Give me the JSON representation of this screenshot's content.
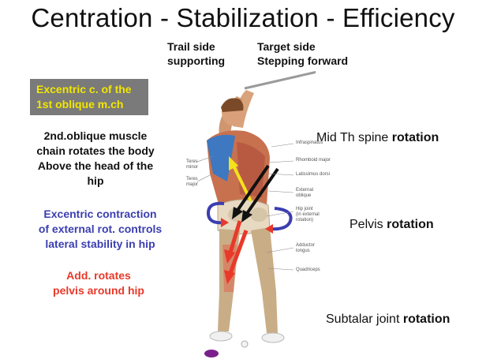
{
  "title": "Centration -  Stabilization - Efficiency",
  "trail_side": [
    "Trail side",
    "supporting"
  ],
  "target_side": [
    "Target side",
    "Stepping forward"
  ],
  "gray_box": [
    "Excentric c. of the",
    "1st oblique m.ch"
  ],
  "oblique_chain": [
    "2nd.oblique muscle",
    "chain rotates the body",
    "Above the head of the",
    "hip"
  ],
  "external_rot": [
    "Excentric contraction",
    "of external rot. controls",
    "lateral stability in hip"
  ],
  "adductor": [
    "Add. rotates",
    "pelvis around hip"
  ],
  "mid_th": {
    "text": "Mid Th spine ",
    "bold": "rotation"
  },
  "pelvis": {
    "text": "Pelvis ",
    "bold": "rotation"
  },
  "subtalar": {
    "text": "Subtalar joint ",
    "bold": "rotation"
  },
  "anatomy_labels": {
    "teres_minor": [
      "Teres",
      "minor"
    ],
    "teres_major": [
      "Teres",
      "major"
    ],
    "infraspinatus": [
      "Infraspinatus"
    ],
    "rhomboid": [
      "Rhomboid major"
    ],
    "latissimus": [
      "Latissimus dorsi"
    ],
    "external_oblique": [
      "External",
      "oblique"
    ],
    "hip_joint": [
      "Hip joint",
      "(in external",
      "rotation)"
    ],
    "adductor_longus": [
      "Adductor",
      "longus"
    ],
    "quadriceps": [
      "Quadriceps"
    ]
  },
  "colors": {
    "yellow_arrow": "#f4e21c",
    "black_arrow": "#111111",
    "red_arrow": "#e8392a",
    "blue_arrow": "#3b3eb0",
    "gray_box": "#7a7a7a",
    "marker": "#7a1f8c"
  }
}
